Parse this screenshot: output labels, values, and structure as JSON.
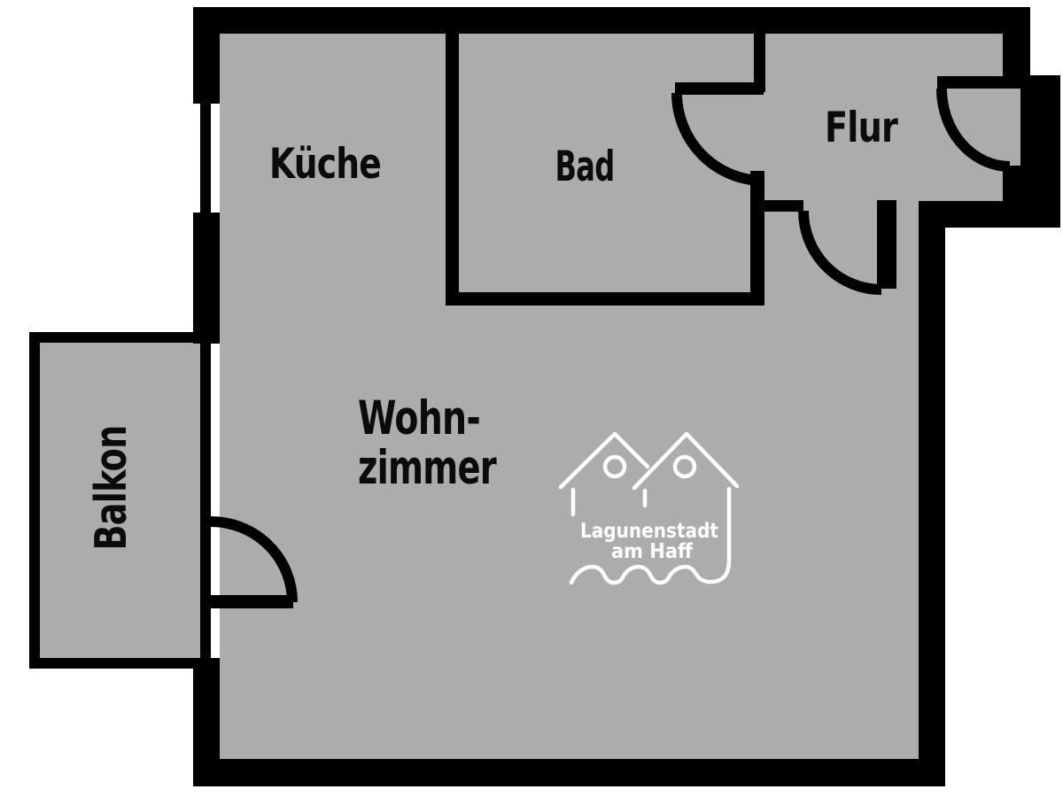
{
  "floorplan": {
    "colors": {
      "outside": "#FFFFFF",
      "floor": "#ACACAC",
      "wall": "#000000",
      "label": "#0B0B0B",
      "logo": "#FFFFFF"
    },
    "rooms": {
      "kitchen": {
        "label": "Küche"
      },
      "bath": {
        "label": "Bad"
      },
      "hall": {
        "label": "Flur"
      },
      "living": {
        "line1": "Wohn-",
        "line2": "zimmer"
      },
      "balcony": {
        "label": "Balkon"
      }
    },
    "logo": {
      "line1": "Lagunenstadt",
      "line2": "am Haff"
    }
  }
}
